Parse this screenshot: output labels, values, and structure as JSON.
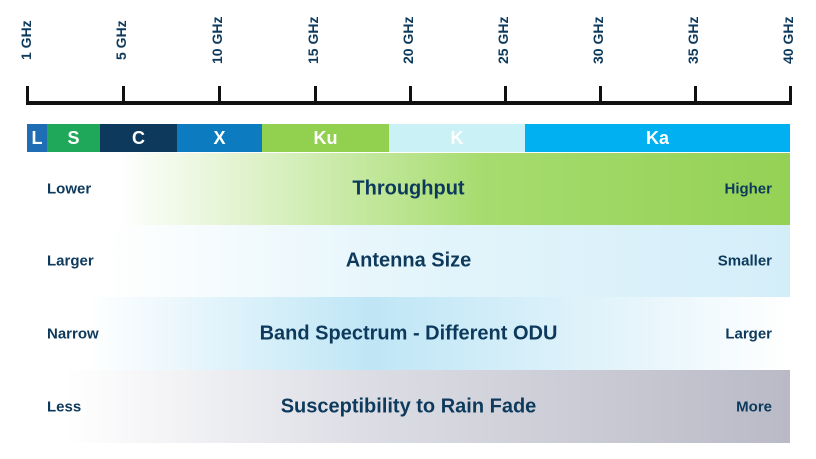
{
  "axis": {
    "ticks": [
      "1 GHz",
      "5 GHz",
      "10 GHz",
      "15 GHz",
      "20 GHz",
      "25 GHz",
      "30 GHz",
      "35 GHz",
      "40 GHz"
    ]
  },
  "bands": [
    {
      "label": "L",
      "color": "#1f6db5"
    },
    {
      "label": "S",
      "color": "#1fa85a"
    },
    {
      "label": "C",
      "color": "#0d3a5c"
    },
    {
      "label": "X",
      "color": "#0c7bbf"
    },
    {
      "label": "Ku",
      "color": "#92d050"
    },
    {
      "label": "K",
      "color": "#c9f1f6"
    },
    {
      "label": "Ka",
      "color": "#00b0f0"
    }
  ],
  "rows": [
    {
      "left": "Lower",
      "center": "Throughput",
      "right": "Higher"
    },
    {
      "left": "Larger",
      "center": "Antenna Size",
      "right": "Smaller"
    },
    {
      "left": "Narrow",
      "center": "Band Spectrum - Different ODU",
      "right": "Larger"
    },
    {
      "left": "Less",
      "center": "Susceptibility to Rain Fade",
      "right": "More"
    }
  ]
}
